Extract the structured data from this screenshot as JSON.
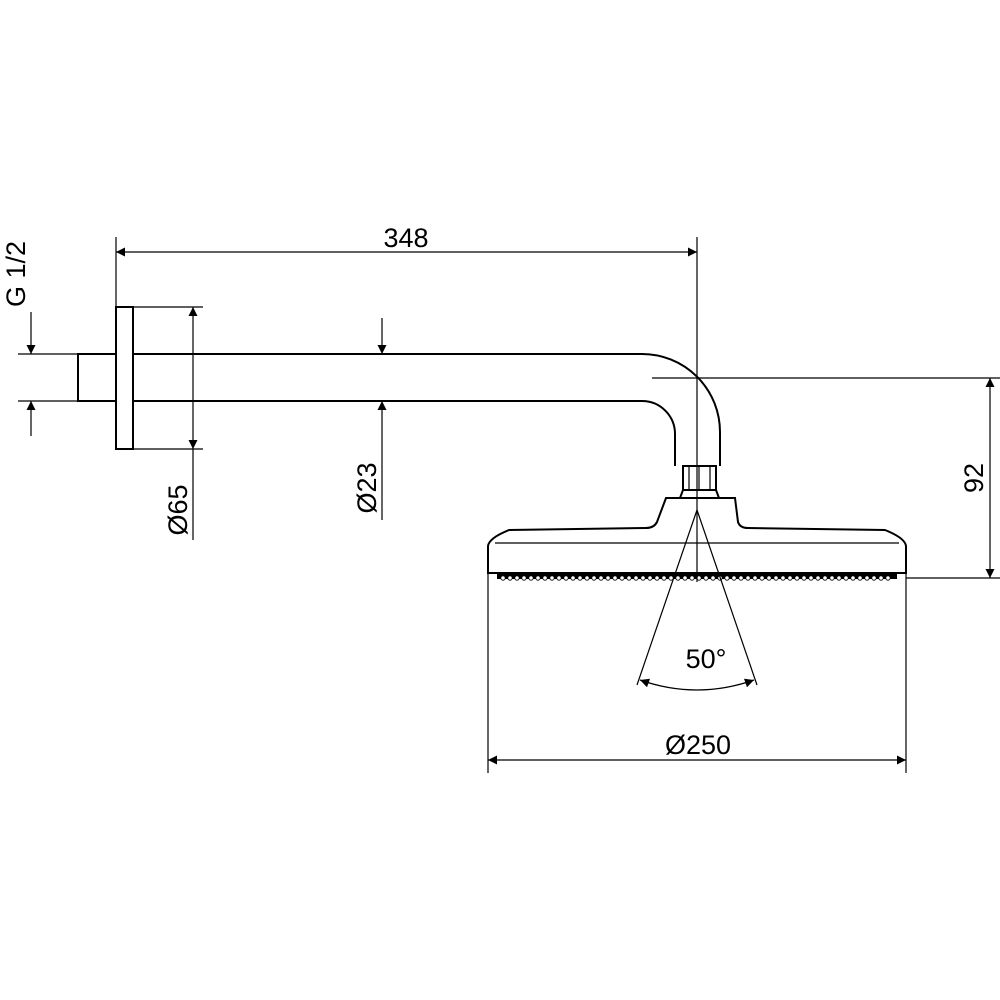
{
  "dimensions": {
    "arm_length": "348",
    "thread": "G 1/2",
    "flange_diameter": "Ø65",
    "arm_diameter": "Ø23",
    "drop_height": "92",
    "spray_angle": "50°",
    "head_diameter": "Ø250"
  }
}
